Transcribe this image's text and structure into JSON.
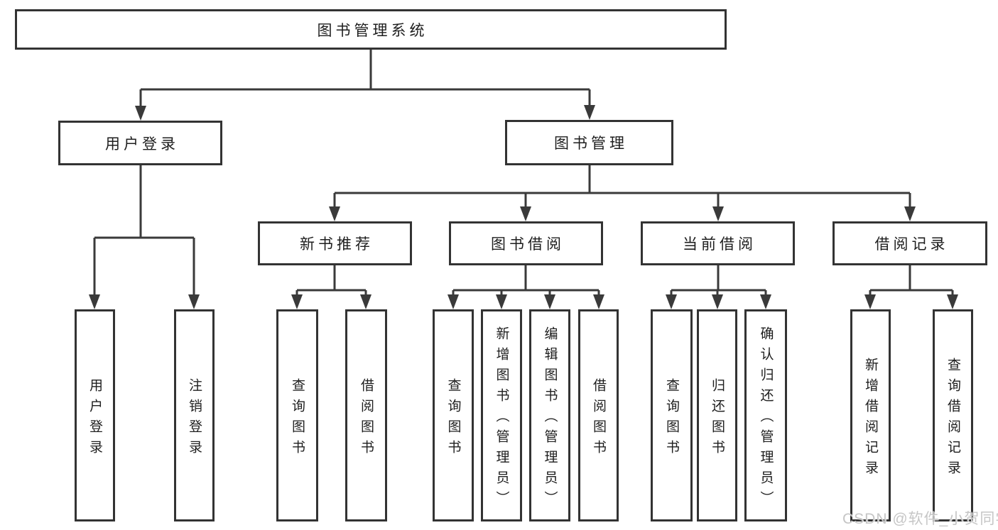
{
  "colors": {
    "line": "#3a3a3a",
    "border": "#333333",
    "text": "#1e1e1e",
    "watermark": "#c6c6c6",
    "bg": "#ffffff"
  },
  "diagram": {
    "root": {
      "label": "图书管理系统"
    },
    "level2": [
      {
        "label": "用户登录",
        "children": [
          {
            "label": "用户登录"
          },
          {
            "label": "注销登录"
          }
        ]
      },
      {
        "label": "图书管理",
        "children": [
          {
            "label": "新书推荐",
            "children": [
              {
                "label": "查询图书"
              },
              {
                "label": "借阅图书"
              }
            ]
          },
          {
            "label": "图书借阅",
            "children": [
              {
                "label": "查询图书"
              },
              {
                "label": "新增图书（管理员）"
              },
              {
                "label": "编辑图书（管理员）"
              },
              {
                "label": "借阅图书"
              }
            ]
          },
          {
            "label": "当前借阅",
            "children": [
              {
                "label": "查询图书"
              },
              {
                "label": "归还图书"
              },
              {
                "label": "确认归还（管理员）"
              }
            ]
          },
          {
            "label": "借阅记录",
            "children": [
              {
                "label": "新增借阅记录"
              },
              {
                "label": "查询借阅记录"
              }
            ]
          }
        ]
      }
    ]
  },
  "watermark": {
    "text": "CSDN @软件_小贺同学"
  }
}
